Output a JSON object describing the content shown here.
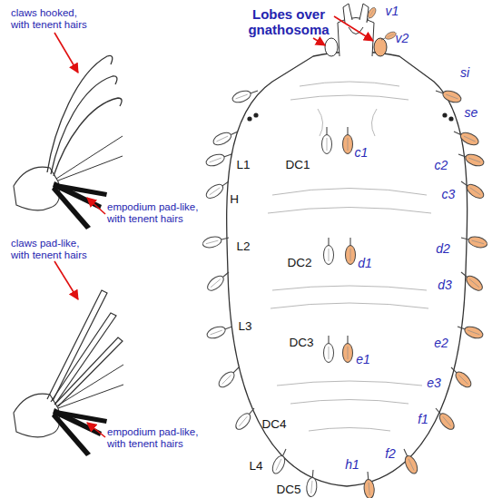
{
  "diagram": {
    "labels": [
      "claws hooked, with tenent hairs",
      "Lobes over gnathosoma",
      "v1",
      "v2",
      "si",
      "se",
      "empodium pad-like, with tenent hairs",
      "c1",
      "c2",
      "c3",
      "L1",
      "H",
      "DC1",
      "claws pad-like, with tenent hairs",
      "L2",
      "DC2",
      "d1",
      "d2",
      "d3",
      "L3",
      "DC3",
      "e1",
      "e2",
      "e3",
      "empodium pad-like, with tenent hairs",
      "DC4",
      "f1",
      "f2",
      "L4",
      "DC5",
      "h1"
    ]
  }
}
